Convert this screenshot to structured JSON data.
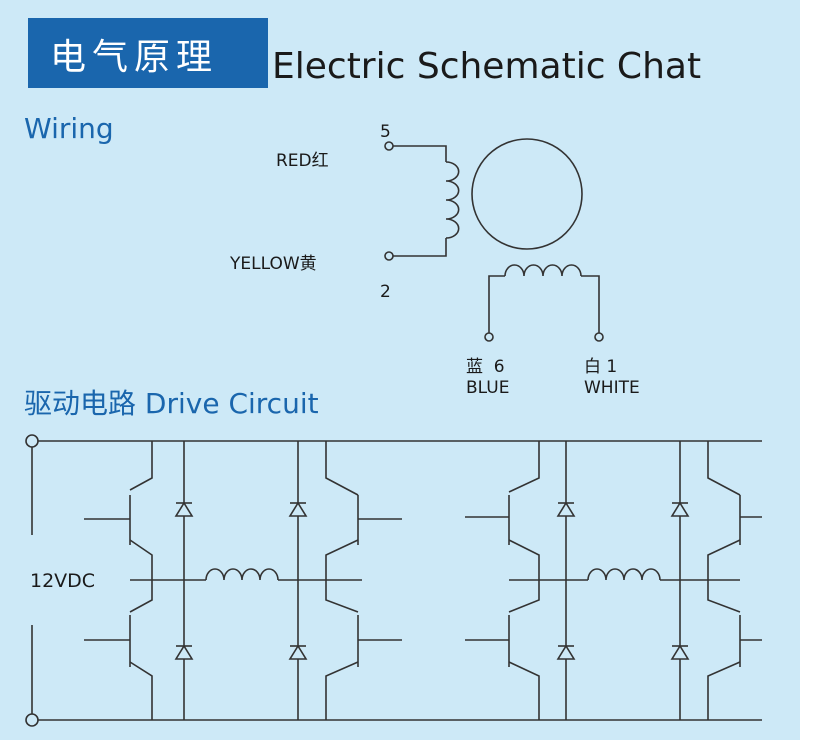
{
  "header": {
    "title_cn": "电气原理",
    "title_en": "Electric Schematic Chat",
    "title_bg_color": "#1a66ad"
  },
  "wiring": {
    "heading": "Wiring",
    "pins": {
      "red_num": "5",
      "red_label": "RED红",
      "yellow_label": "YELLOW黄",
      "yellow_num": "2",
      "blue_line1": "蓝  6",
      "blue_line2": "BLUE",
      "white_line1": "白 1",
      "white_line2": "WHITE"
    }
  },
  "drive": {
    "heading": "驱动电路 Drive Circuit",
    "supply_label": "12VDC"
  },
  "colors": {
    "background": "#cde9f7",
    "accent": "#1a66ad",
    "line": "#333333"
  }
}
